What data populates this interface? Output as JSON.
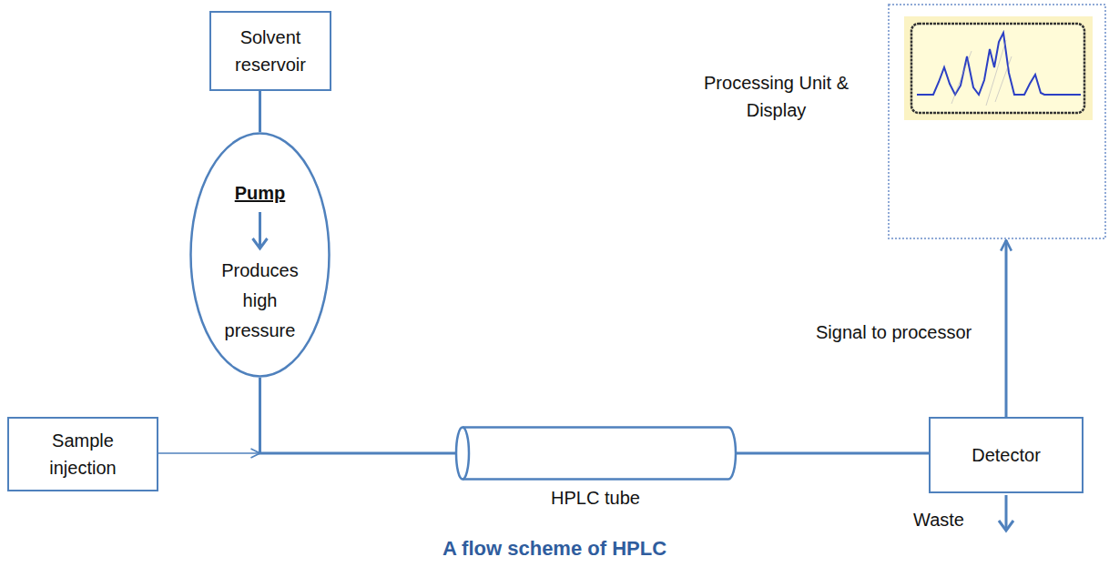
{
  "diagram": {
    "caption": "A flow scheme of HPLC",
    "nodes": [
      {
        "text": [
          "Solvent reservoir"
        ]
      },
      {
        "text": [
          "Pump",
          "Produces high pressure"
        ]
      },
      {
        "text": [
          "Sample injection"
        ]
      },
      {
        "text": [
          "HPLC tube"
        ]
      },
      {
        "text": [
          "Detector"
        ]
      },
      {
        "text": [
          "Processing Unit & Display"
        ]
      }
    ],
    "edges": [
      {
        "from": 0,
        "to": 1,
        "arrow": "none"
      },
      {
        "from": 1,
        "to": 3,
        "arrow": "none"
      },
      {
        "from": 2,
        "to": 3,
        "arrow": "to"
      },
      {
        "from": 3,
        "to": 4,
        "arrow": "none"
      },
      {
        "from": 4,
        "to": 5,
        "arrow": "to",
        "label": "Signal to processor"
      }
    ],
    "labels": [
      "Waste"
    ]
  }
}
